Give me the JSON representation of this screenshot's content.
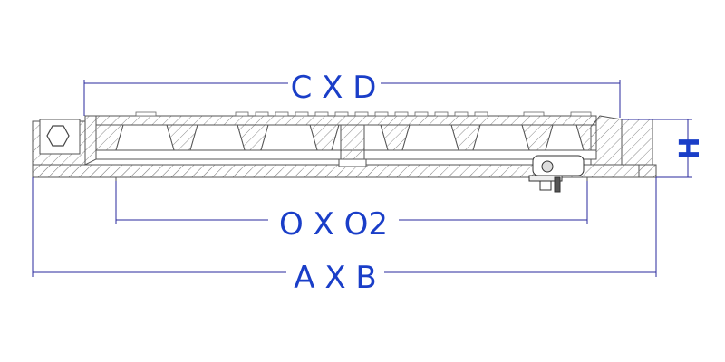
{
  "diagram": {
    "dimensions": {
      "top_clear_opening": "C X D",
      "bottom_opening": "O X O2",
      "overall": "A X B",
      "height": "H"
    },
    "colors": {
      "dimension_line": "#2a2a9e",
      "label": "#1a3ec8",
      "section_outline": "#555555",
      "hatch": "#8a8a8a",
      "background": "#ffffff"
    },
    "icons": [
      "hex-bolt-icon",
      "hinge-icon"
    ]
  }
}
